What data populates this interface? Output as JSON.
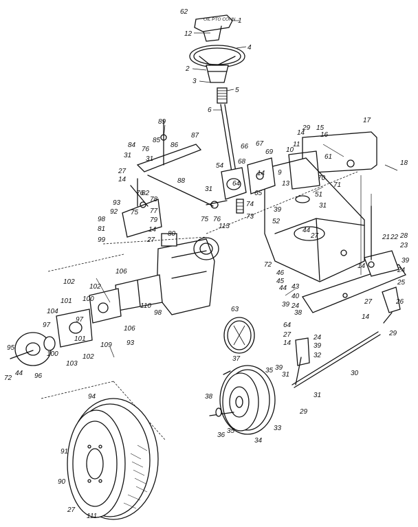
{
  "diagram": {
    "small_text": "OIL PTO CONN",
    "part_numbers": {
      "p1": "1",
      "p2": "2",
      "p3": "3",
      "p4": "4",
      "p5": "5",
      "p6": "6",
      "p12": "12",
      "p62": "62",
      "p17": "17",
      "p18": "18",
      "p29a": "29",
      "p15": "15",
      "p16": "16",
      "p14a": "14",
      "p11": "11",
      "p10": "10",
      "p9": "9",
      "p13": "13",
      "p61": "61",
      "p70": "70",
      "p71": "71",
      "p51": "51",
      "p31a": "31",
      "p67": "67",
      "p66": "66",
      "p69": "69",
      "p68": "68",
      "p54": "54",
      "p14b": "14",
      "p64": "64",
      "p65": "65",
      "p74": "74",
      "p73": "73",
      "p113": "113",
      "p52": "52",
      "p39a": "39",
      "p44a": "44",
      "p27a": "27",
      "p89": "89",
      "p84": "84",
      "p85": "85",
      "p76a": "76",
      "p86": "86",
      "p87": "87",
      "p31b": "31",
      "p31c": "31",
      "p27b": "27",
      "p14c": "14",
      "p88": "88",
      "p31d": "31",
      "p76b": "76",
      "p82": "82",
      "p78": "78",
      "p93a": "93",
      "p77": "77",
      "p75a": "75",
      "p92": "92",
      "p79": "79",
      "p98a": "98",
      "p81": "81",
      "p14d": "14",
      "p99": "99",
      "p27c": "27",
      "p75b": "75",
      "p76c": "76",
      "p80": "80",
      "p106a": "106",
      "p102a": "102",
      "p102b": "102",
      "p101a": "101",
      "p100a": "100",
      "p110": "110",
      "p98b": "98",
      "p104": "104",
      "p97a": "97",
      "p97b": "97",
      "p106b": "106",
      "p93b": "93",
      "p109": "109",
      "p101b": "101",
      "p102c": "102",
      "p100b": "100",
      "p103": "103",
      "p95": "95",
      "p72a": "72",
      "p44b": "44",
      "p96": "96",
      "p72b": "72",
      "p45": "45",
      "p46": "46",
      "p44c": "44",
      "p43": "43",
      "p63": "63",
      "p37": "37",
      "p21": "21",
      "p22": "22",
      "p28": "28",
      "p23": "23",
      "p39b": "39",
      "p24a": "24",
      "p25": "25",
      "p26": "26",
      "p14e": "14",
      "p27d": "27",
      "p29b": "29",
      "p14f": "14",
      "p39c": "39",
      "p40": "40",
      "p38a": "38",
      "p24b": "24",
      "p64b": "64",
      "p27e": "27",
      "p14g": "14",
      "p24c": "24",
      "p39d": "39",
      "p32": "32",
      "p31e": "31",
      "p30": "30",
      "p29c": "29",
      "p35a": "35",
      "p39e": "39",
      "p31f": "31",
      "p38b": "38",
      "p36": "36",
      "p35b": "35",
      "p34": "34",
      "p33": "33",
      "p94": "94",
      "p91": "91",
      "p90": "90",
      "p27f": "27",
      "p111": "111"
    }
  }
}
